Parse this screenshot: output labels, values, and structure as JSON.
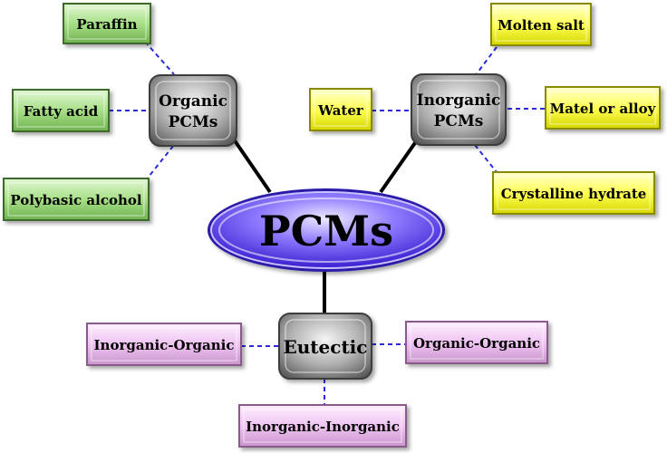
{
  "center": {
    "label": "PCMs"
  },
  "categories": {
    "organic": {
      "label_line1": "Organic",
      "label_line2": "PCMs"
    },
    "inorganic": {
      "label_line1": "Inorganic",
      "label_line2": "PCMs"
    },
    "eutectic": {
      "label": "Eutectic"
    }
  },
  "organic_items": [
    "Paraffin",
    "Fatty acid",
    "Polybasic alcohol"
  ],
  "inorganic_items": [
    "Molten salt",
    "Water",
    "Matel or alloy",
    "Crystalline hydrate"
  ],
  "eutectic_items": [
    "Inorganic-Organic",
    "Organic-Organic",
    "Inorganic-Inorganic"
  ],
  "colors": {
    "center_fill": "#5b3ef0",
    "center_highlight": "#e6e2ff",
    "category_fill": "#9a9a9a",
    "organic_fill": "#a9e08a",
    "inorganic_fill": "#ffff66",
    "eutectic_fill": "#f2c8f4",
    "connector_dashed": "#2a2adc",
    "connector_solid": "#000000"
  }
}
